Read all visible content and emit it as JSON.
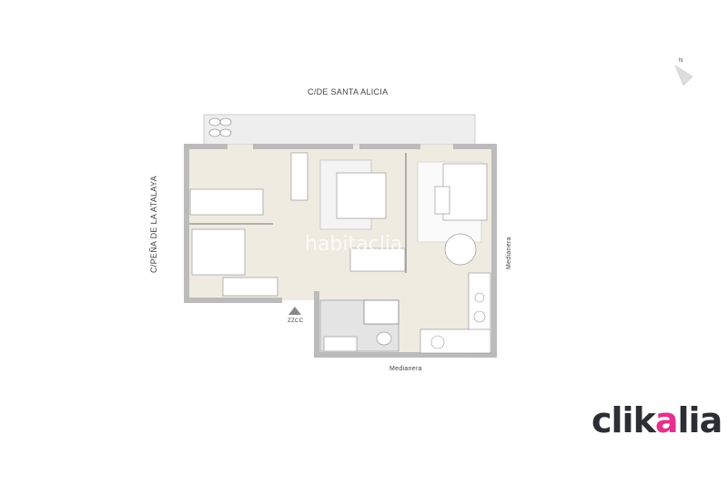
{
  "plan": {
    "street_top": "C/DE SANTA ALICIA",
    "street_left": "C/PEÑA DE LA ATALAYA",
    "medianera_right": "Medianera",
    "medianera_bottom": "Medianera",
    "common_area": "ZZCC",
    "north": "N",
    "watermark": "habitaclia"
  },
  "brand": {
    "logo_pre": "clik",
    "logo_accent": "a",
    "logo_post": "lia",
    "accent_color": "#e5308c",
    "text_color": "#2b2f33"
  },
  "colors": {
    "wall": "#d9d9d9",
    "floor": "#efebe0",
    "terrace": "#eeeeee",
    "bath": "#e4e4e4"
  }
}
